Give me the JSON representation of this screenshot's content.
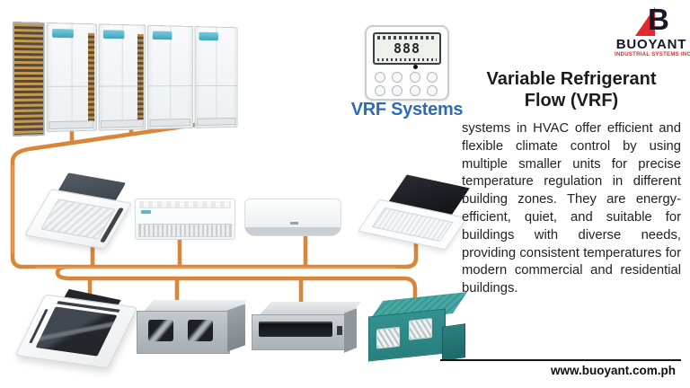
{
  "brand": {
    "letter": "B",
    "name": "BUOYANT",
    "tagline": "INDUSTRIAL SYSTEMS INC."
  },
  "vrf_controller": {
    "lcd_value": "888",
    "caption": "VRF Systems"
  },
  "article": {
    "title_line1": "Variable Refrigerant",
    "title_line2": "Flow (VRF)",
    "body": "systems in HVAC offer efficient and flexible climate control by using multiple smaller units for precise temperature regulation in different building zones. They are energy-efficient, quiet, and suitable for buildings with diverse needs, providing consistent temperatures for modern commercial and residential buildings."
  },
  "footer": {
    "website": "www.buoyant.com.ph"
  },
  "colors": {
    "pipe_orange": "#D8863A",
    "caption_blue": "#2D6CB5",
    "brand_red": "#E02A2E",
    "brand_navy": "#15152B",
    "teal_unit": "#2E8C8A",
    "teal_label": "#3DA4BD"
  },
  "equipment": {
    "outdoor": "vrf-outdoor-condenser-bank",
    "indoor_row1": [
      "four-way-cassette",
      "ceiling-suspended",
      "wall-mounted-split",
      "one-way-cassette"
    ],
    "indoor_row2": [
      "four-way-cassette",
      "high-static-ducted",
      "slim-ducted",
      "teal-ducted"
    ]
  }
}
